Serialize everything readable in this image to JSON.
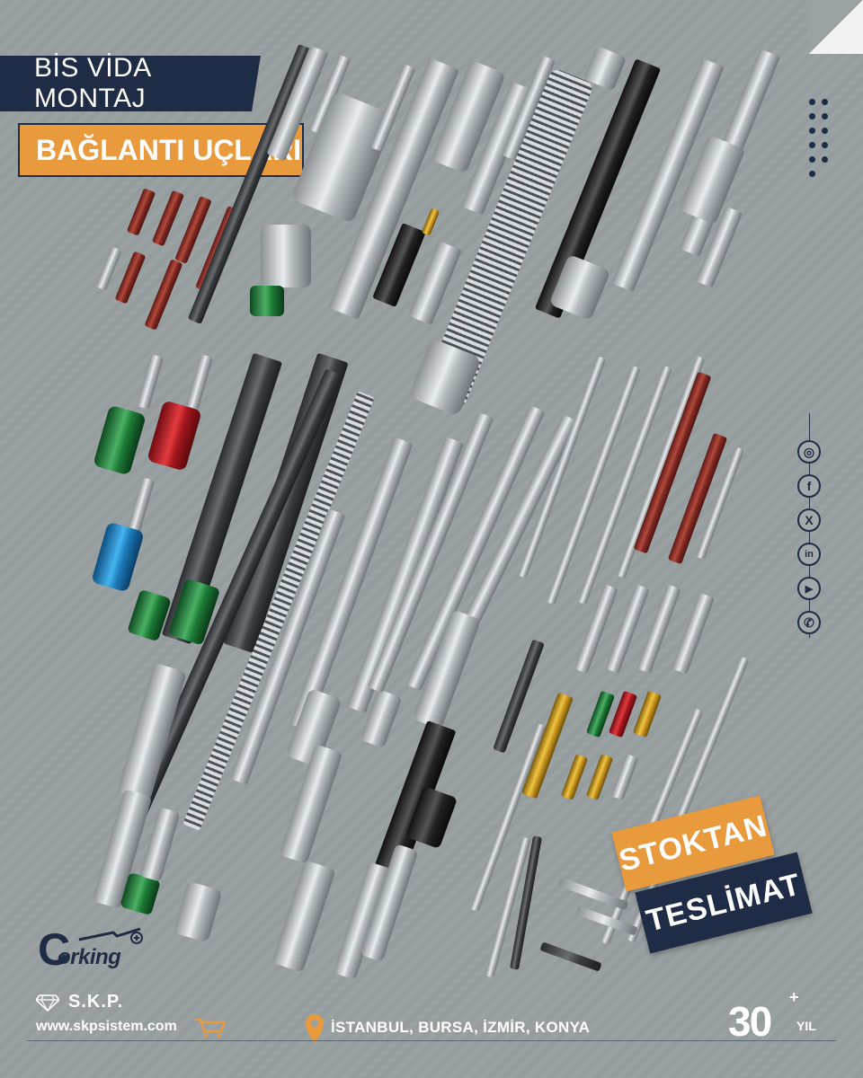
{
  "header": {
    "title": "BİS VİDA MONTAJ",
    "subtitle": "BAĞLANTI UÇLARI"
  },
  "badges": {
    "stock": "STOKTAN",
    "delivery": "TESLİMAT"
  },
  "brand": {
    "logo_text": "orking",
    "logo_initial": "C"
  },
  "footer": {
    "company": "S.K.P.",
    "website": "www.skpsistem.com",
    "locations": "İSTANBUL, BURSA, İZMİR, KONYA",
    "years_number": "30",
    "years_plus": "+",
    "years_label": "YIL"
  },
  "social": [
    {
      "name": "instagram",
      "glyph": "◎"
    },
    {
      "name": "facebook",
      "glyph": "f"
    },
    {
      "name": "x",
      "glyph": "X"
    },
    {
      "name": "linkedin",
      "glyph": "in"
    },
    {
      "name": "youtube",
      "glyph": "▶"
    },
    {
      "name": "whatsapp",
      "glyph": "✆"
    }
  ],
  "colors": {
    "navy": "#1f2c45",
    "orange": "#e99a3d",
    "background": "#9aa1a2"
  }
}
